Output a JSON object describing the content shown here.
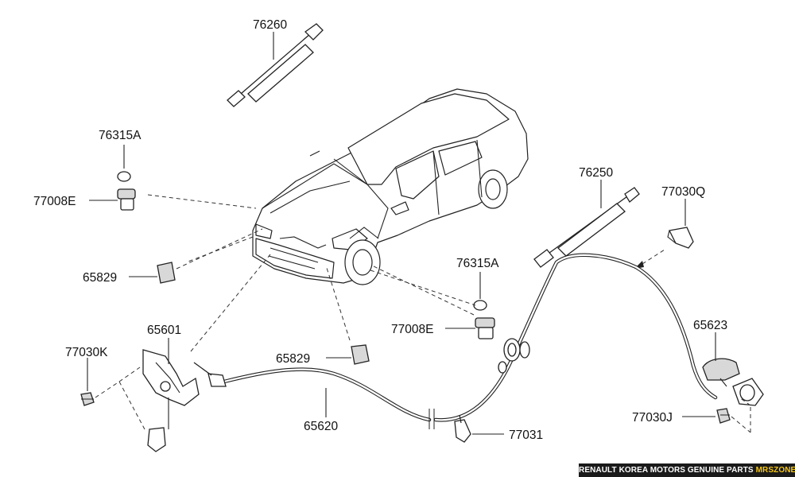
{
  "diagram": {
    "parts": [
      {
        "id": "76260"
      },
      {
        "id": "76315A"
      },
      {
        "id": "77008E"
      },
      {
        "id": "65829"
      },
      {
        "id": "65601"
      },
      {
        "id": "77030K"
      },
      {
        "id": "76250"
      },
      {
        "id": "77030Q"
      },
      {
        "id": "76315A"
      },
      {
        "id": "77008E"
      },
      {
        "id": "65829"
      },
      {
        "id": "65623"
      },
      {
        "id": "65620"
      },
      {
        "id": "77030J"
      },
      {
        "id": "77031"
      }
    ]
  },
  "footer": {
    "text": "RENAULT KOREA MOTORS GENUINE PARTS",
    "brand": "MRSZONE"
  },
  "colors": {
    "footer_bg": "#1a1a1a",
    "footer_accent": "#f5c518"
  }
}
